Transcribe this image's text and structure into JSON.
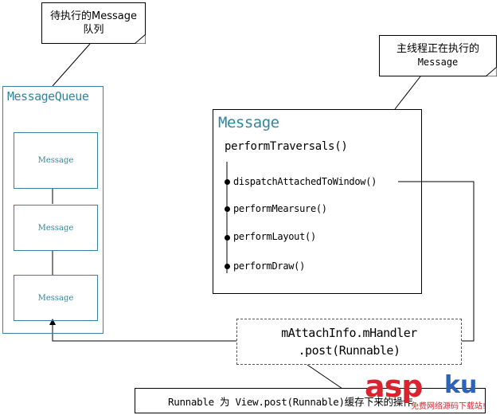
{
  "callouts": {
    "queue_note_line1": "待执行的Message",
    "queue_note_line2": "队列",
    "main_thread_note_line1": "主线程正在执行的",
    "main_thread_note_line2": "Message"
  },
  "queue": {
    "title": "MessageQueue",
    "items": [
      "Message",
      "Message",
      "Message"
    ]
  },
  "current_message": {
    "title": "Message",
    "root_method": "performTraversals()",
    "methods": [
      "dispatchAttachedToWindow()",
      "performMearsure()",
      "performLayout()",
      "performDraw()"
    ]
  },
  "post": {
    "line1": "mAttachInfo.mHandler",
    "line2": ".post(Runnable)"
  },
  "bottom_note": "Runnable 为 View.post(Runnable)缓存下来的操作",
  "watermark": {
    "brand_asp": "asp",
    "brand_ku": "ku",
    "subtitle": "免费网络源码下载站!"
  },
  "colors": {
    "accent": "#31859c",
    "line": "#000000",
    "watermark_red": "#d9232e",
    "watermark_blue": "#2a63b8"
  }
}
